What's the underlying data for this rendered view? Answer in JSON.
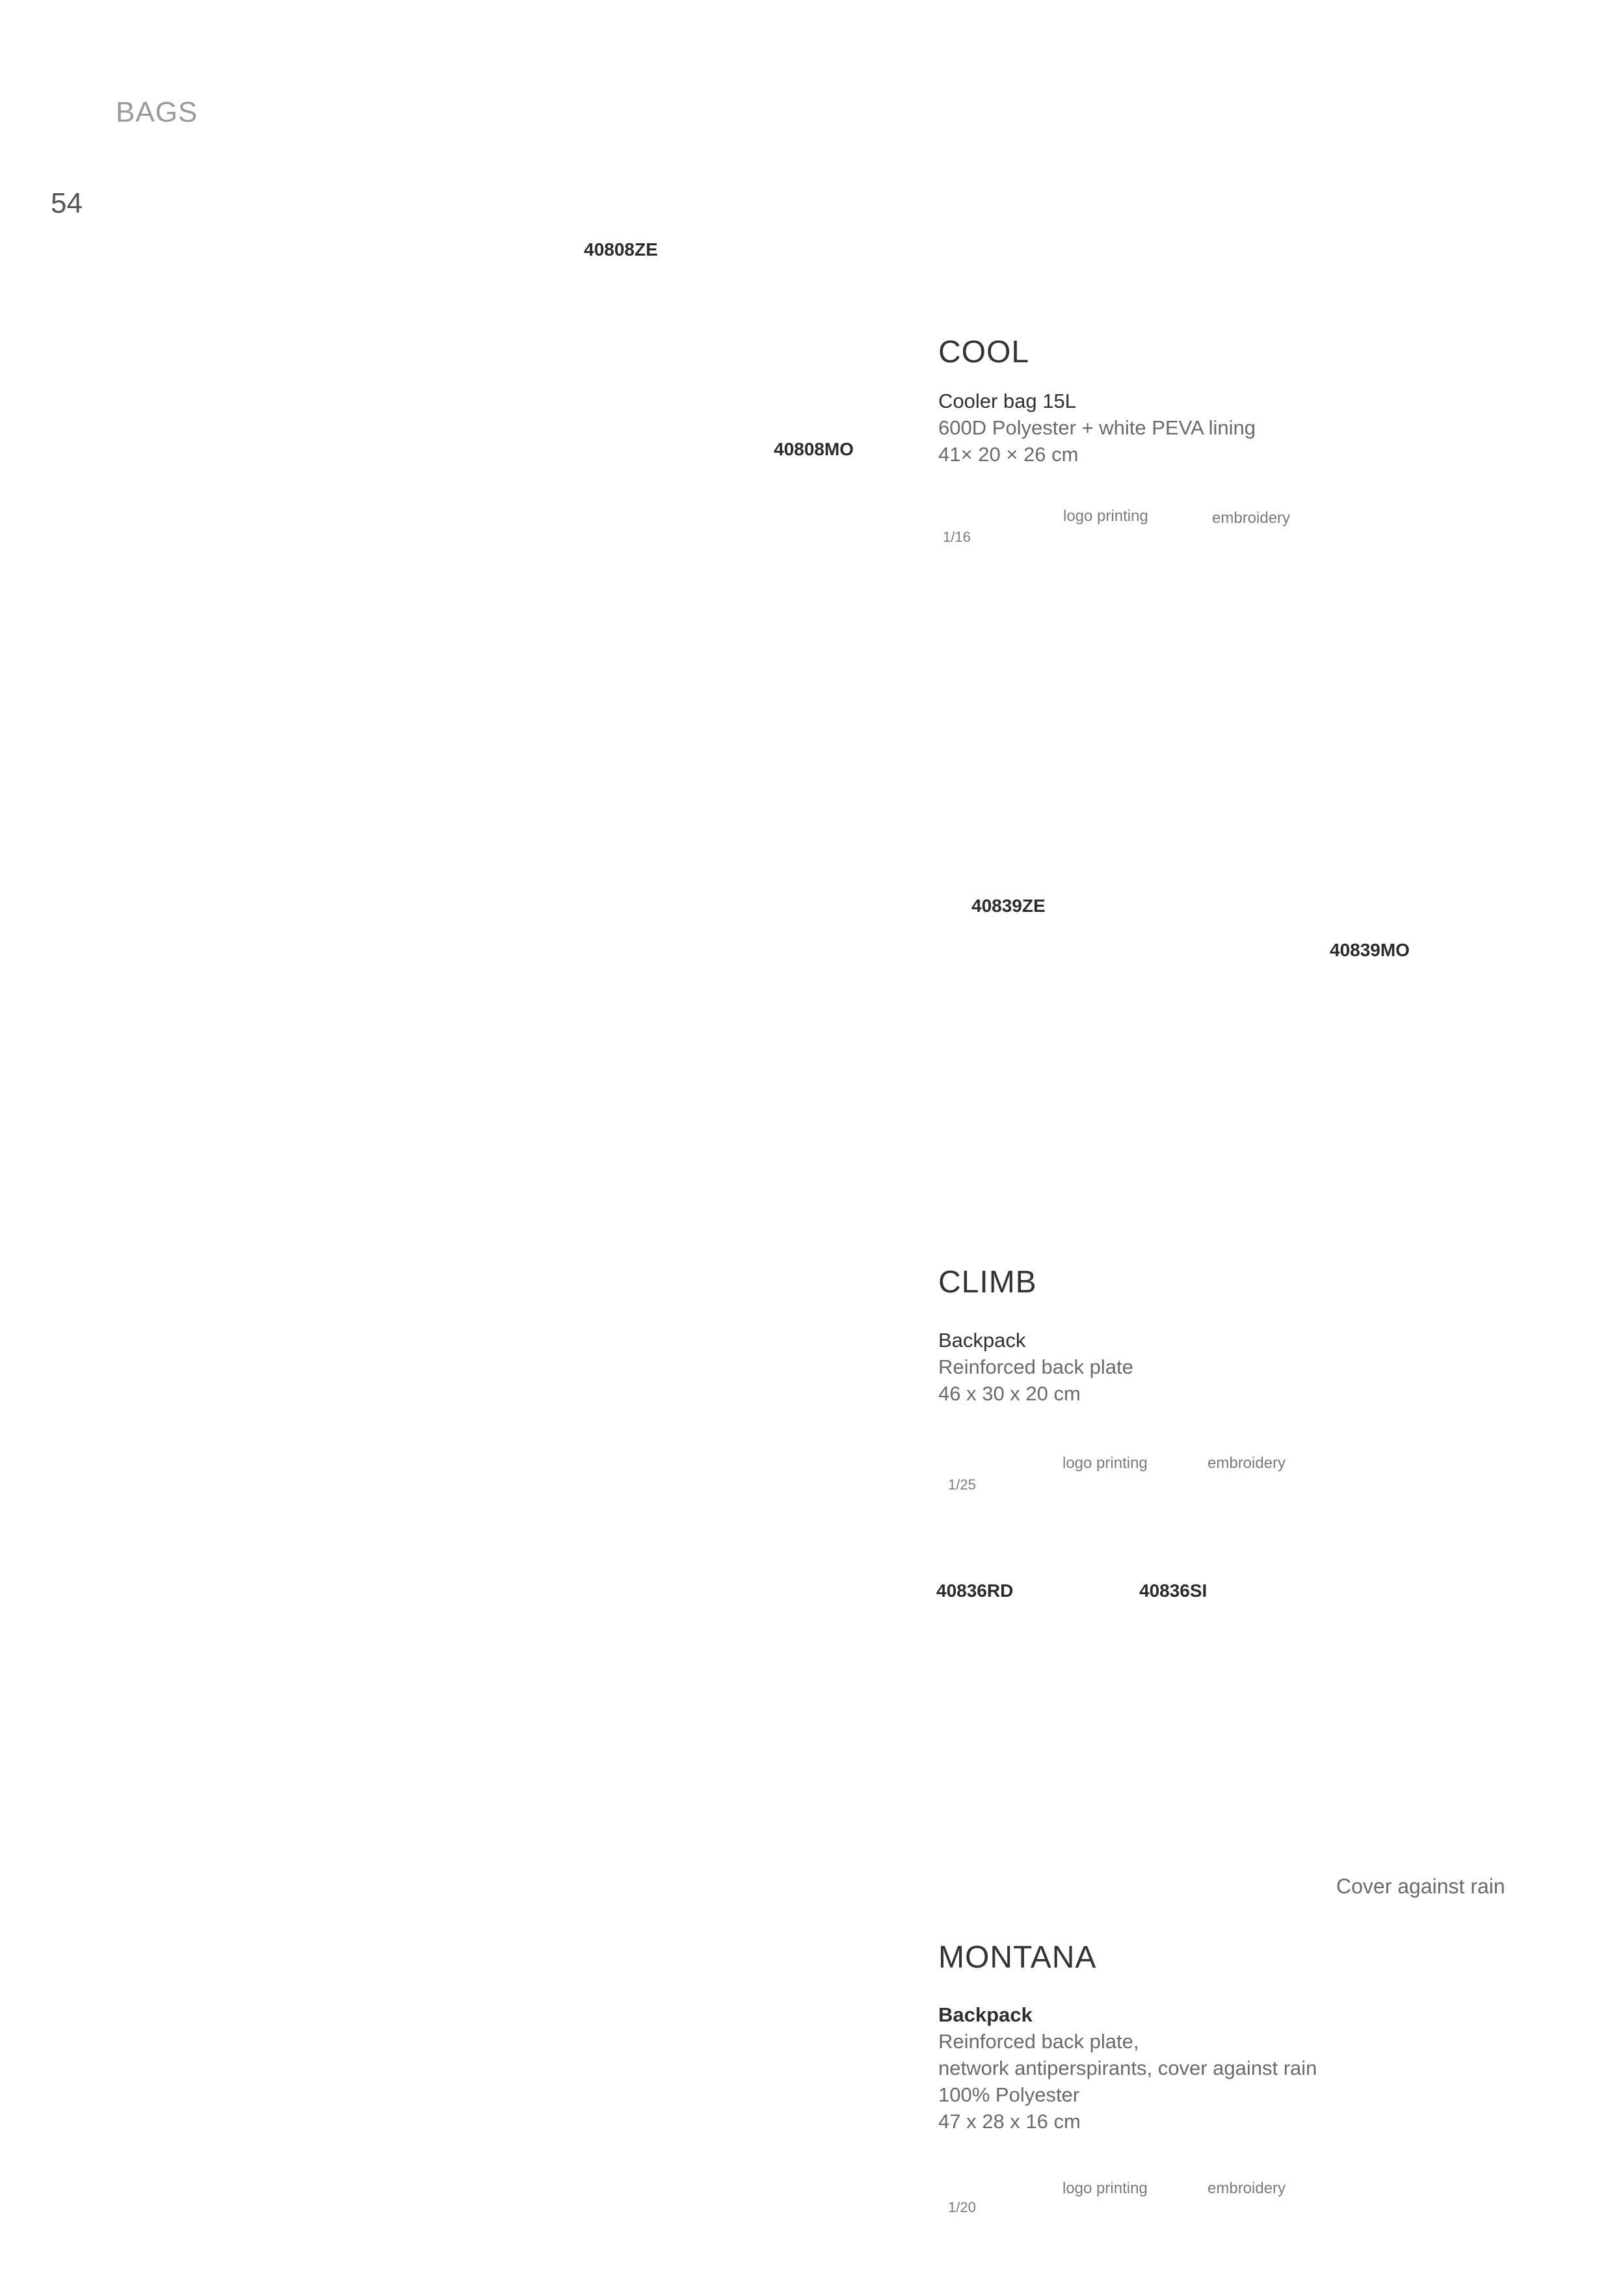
{
  "header": {
    "section": "BAGS",
    "page_number": "54"
  },
  "cool": {
    "codes": [
      "40808ZE",
      "40808MO"
    ],
    "name": "COOL",
    "type": "Cooler bag 15L",
    "material": "600D Polyester + white PEVA lining",
    "dimensions": "41× 20 × 26 cm",
    "pack": "1/16",
    "options": [
      "logo printing",
      "embroidery"
    ]
  },
  "climb": {
    "codes": [
      "40839ZE",
      "40839MO"
    ],
    "name": "CLIMB",
    "type": "Backpack",
    "feature": "Reinforced back plate",
    "dimensions": "46 x 30 x 20 cm",
    "pack": "1/25",
    "options": [
      "logo printing",
      "embroidery"
    ]
  },
  "montana": {
    "codes": [
      "40836RD",
      "40836SI"
    ],
    "accessory_note": "Cover against rain",
    "name": "MONTANA",
    "type": "Backpack",
    "feature_line1": "Reinforced back plate,",
    "feature_line2": "network antiperspirants, cover against rain",
    "material": "100% Polyester",
    "dimensions": "47 x 28 x 16 cm",
    "pack": "1/20",
    "options": [
      "logo printing",
      "embroidery"
    ]
  }
}
